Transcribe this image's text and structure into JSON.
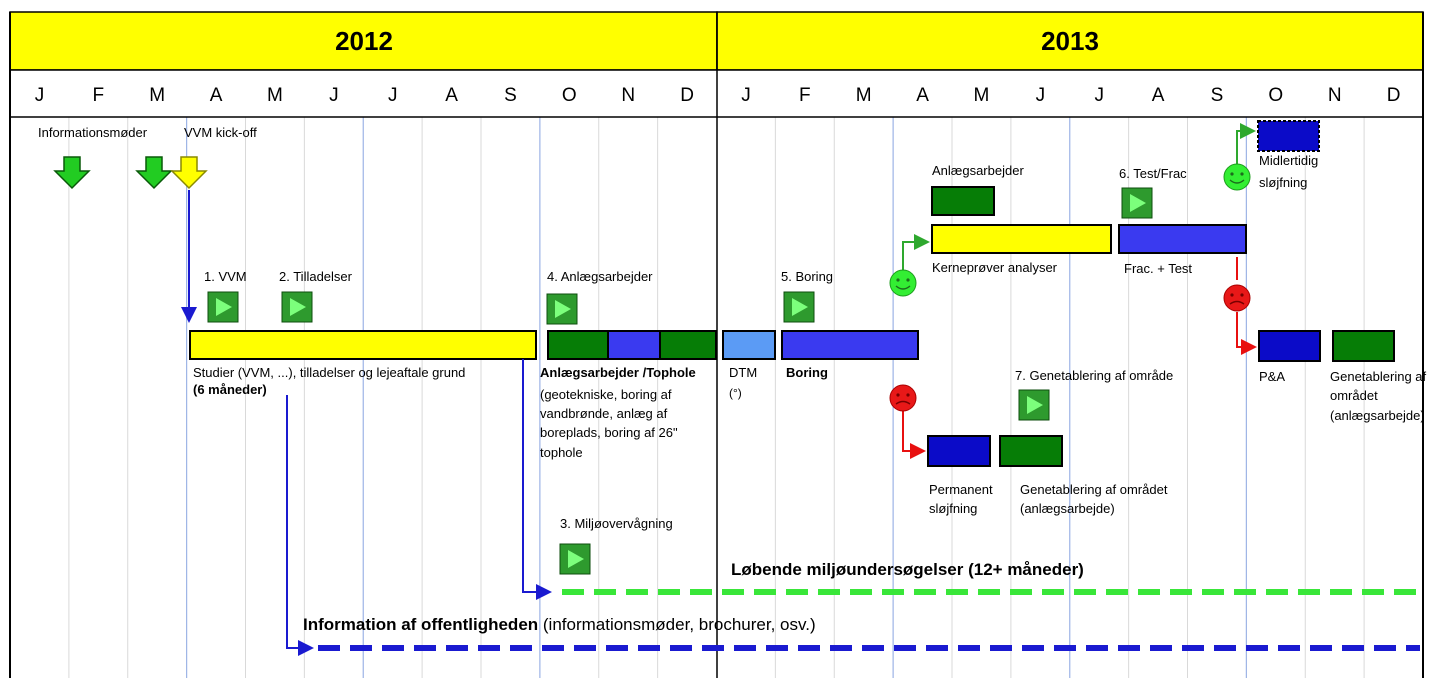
{
  "years": [
    "2012",
    "2013"
  ],
  "months": [
    "J",
    "F",
    "M",
    "A",
    "M",
    "J",
    "J",
    "A",
    "S",
    "O",
    "N",
    "D",
    "J",
    "F",
    "M",
    "A",
    "M",
    "J",
    "J",
    "A",
    "S",
    "O",
    "N",
    "D"
  ],
  "milestones": {
    "info": "Informationsmøder",
    "vvm_kickoff": "VVM kick-off"
  },
  "steps": {
    "s1": "1. VVM",
    "s2": "2. Tilladelser",
    "s3": "3. Miljøovervågning",
    "s4": "4. Anlægsarbejder",
    "s5": "5. Boring",
    "s6": "6. Test/Frac",
    "s7": "7. Genetablering af område"
  },
  "labels": {
    "studier": "Studier (VVM, ...), tilladelser og  lejeaftale grund",
    "studier_duration": "(6 måneder)",
    "anlaeg_bold": "Anlægsarbejder /Tophole",
    "anlaeg_desc": [
      "(geotekniske, boring af",
      "vandbrønde,  anlæg af",
      "boreplads, boring af 26\"",
      "tophole"
    ],
    "dtm": "DTM",
    "dtm_note": "(°)",
    "boring": "Boring",
    "anlaeg_top": "Anlægsarbejder",
    "kerne": "Kerneprøver analyser",
    "frac": "Frac. + Test",
    "midl": [
      "Midlertidig",
      "sløjfning"
    ],
    "permanent": [
      "Permanent",
      "sløjfning"
    ],
    "genetab_omr": [
      "Genetablering af området",
      "(anlægsarbejde)"
    ],
    "pa": "P&A",
    "genetab_right": [
      "Genetablering af",
      "området",
      "(anlægsarbejde)"
    ],
    "miljo": "Løbende miljøundersøgelser  (12+ måneder)",
    "info_bold": "Information af offentligheden",
    "info_rest": " (informationsmøder, brochurer, osv.)"
  },
  "colors": {
    "year_bar": "#FFFF00",
    "yellow_task": "#FFFF00",
    "green_task": "#067D06",
    "blue_task": "#3A3AF0",
    "dark_blue_task": "#0B0BC8",
    "light_blue_task": "#5B9BF5",
    "green_line": "#39E639",
    "blue_line": "#1A1AD0",
    "red_line": "#E81010"
  }
}
